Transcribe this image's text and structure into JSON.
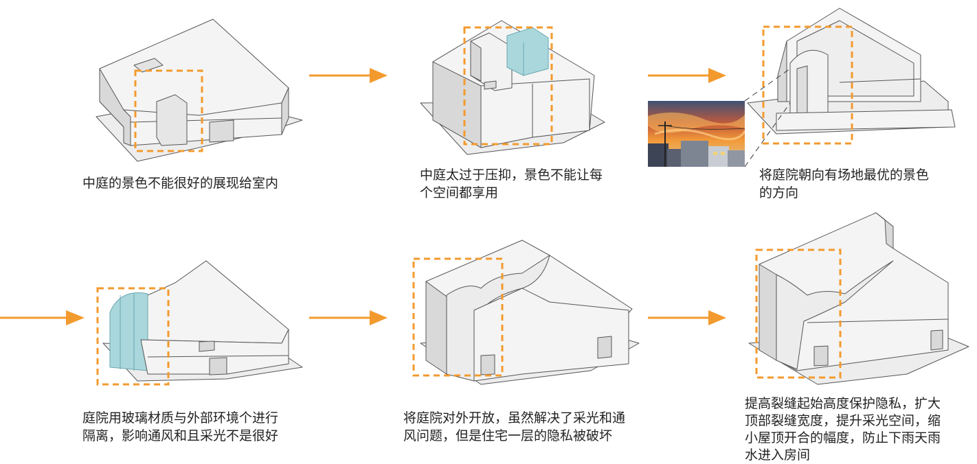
{
  "colors": {
    "accent_orange": "#F39A2E",
    "massing_face": "#F4F4F4",
    "massing_side": "#D9D9D9",
    "massing_edge": "#555555",
    "glass": "#A9D7DC"
  },
  "steps": [
    {
      "caption_lines": [
        "中庭的景色不能很好的展现给室内"
      ]
    },
    {
      "caption_lines": [
        "中庭太过于压抑，景色不能让每",
        "个空间都享用"
      ]
    },
    {
      "caption_lines": [
        "将庭院朝向有场地最优的景色",
        "的方向"
      ]
    },
    {
      "caption_lines": [
        "庭院用玻璃材质与外部环境个进行",
        "隔离，影响通风和且采光不是很好"
      ]
    },
    {
      "caption_lines": [
        "将庭院对外开放，虽然解决了采光和通",
        "风问题，但是住宅一层的隐私被破坏"
      ]
    },
    {
      "caption_lines": [
        "提高裂缝起始高度保护隐私，扩大",
        "顶部裂缝宽度，提升采光空间，缩",
        "小屋顶开合的幅度，防止下雨天雨",
        "水进入房间"
      ]
    }
  ],
  "icons": [
    "arrow-right-icon",
    "sunset-photo"
  ]
}
